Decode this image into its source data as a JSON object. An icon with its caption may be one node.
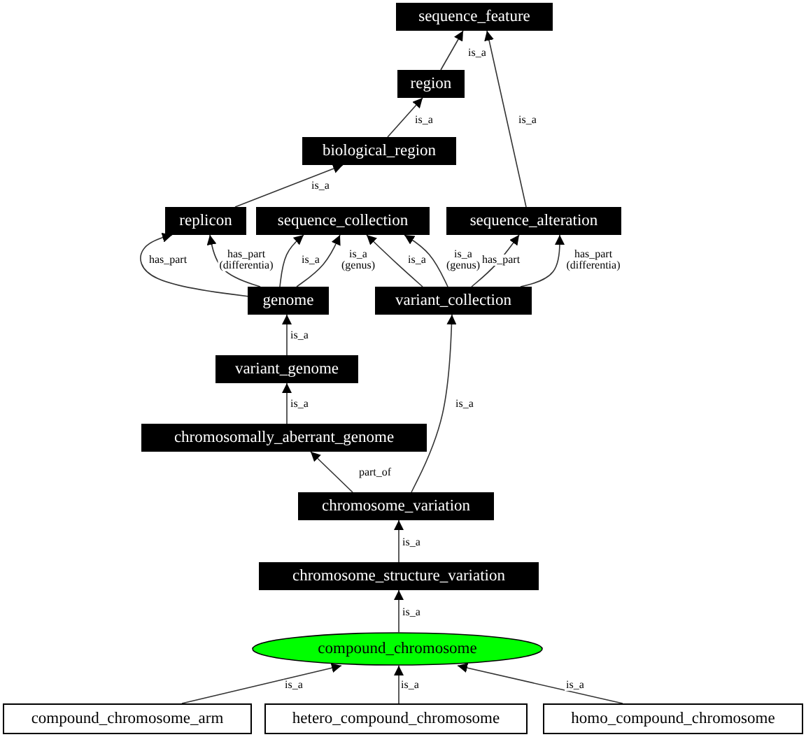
{
  "diagram": {
    "nodes": [
      {
        "text": [
          "sequence_feature"
        ]
      },
      {
        "text": [
          "region"
        ]
      },
      {
        "text": [
          "biological_region"
        ]
      },
      {
        "text": [
          "replicon"
        ]
      },
      {
        "text": [
          "sequence_collection"
        ]
      },
      {
        "text": [
          "sequence_alteration"
        ]
      },
      {
        "text": [
          "genome"
        ]
      },
      {
        "text": [
          "variant_collection"
        ]
      },
      {
        "text": [
          "variant_genome"
        ]
      },
      {
        "text": [
          "chromosomally_aberrant_genome"
        ]
      },
      {
        "text": [
          "chromosome_variation"
        ]
      },
      {
        "text": [
          "chromosome_structure_variation"
        ]
      },
      {
        "text": [
          "compound_chromosome"
        ]
      },
      {
        "text": [
          "compound_chromosome_arm"
        ]
      },
      {
        "text": [
          "hetero_compound_chromosome"
        ]
      },
      {
        "text": [
          "homo_compound_chromosome"
        ]
      }
    ],
    "edges": [
      {
        "from": 1,
        "to": 0,
        "arrow": "to",
        "label": "is_a"
      },
      {
        "from": 5,
        "to": 0,
        "arrow": "to",
        "label": "is_a"
      },
      {
        "from": 2,
        "to": 1,
        "arrow": "to",
        "label": "is_a"
      },
      {
        "from": 3,
        "to": 2,
        "arrow": "to",
        "label": "is_a"
      },
      {
        "from": 6,
        "to": 3,
        "arrow": "to",
        "label": "has_part"
      },
      {
        "from": 6,
        "to": 3,
        "arrow": "to",
        "label": "has_part (differentia)"
      },
      {
        "from": 6,
        "to": 4,
        "arrow": "to",
        "label": "is_a"
      },
      {
        "from": 6,
        "to": 4,
        "arrow": "to",
        "label": "is_a (genus)"
      },
      {
        "from": 7,
        "to": 4,
        "arrow": "to",
        "label": "is_a"
      },
      {
        "from": 7,
        "to": 4,
        "arrow": "to",
        "label": "is_a (genus)"
      },
      {
        "from": 7,
        "to": 5,
        "arrow": "to",
        "label": "has_part"
      },
      {
        "from": 7,
        "to": 5,
        "arrow": "to",
        "label": "has_part (differentia)"
      },
      {
        "from": 8,
        "to": 6,
        "arrow": "to",
        "label": "is_a"
      },
      {
        "from": 9,
        "to": 8,
        "arrow": "to",
        "label": "is_a"
      },
      {
        "from": 10,
        "to": 9,
        "arrow": "to",
        "label": "part_of"
      },
      {
        "from": 10,
        "to": 7,
        "arrow": "to",
        "label": "is_a"
      },
      {
        "from": 11,
        "to": 10,
        "arrow": "to",
        "label": "is_a"
      },
      {
        "from": 12,
        "to": 11,
        "arrow": "to",
        "label": "is_a"
      },
      {
        "from": 13,
        "to": 12,
        "arrow": "to",
        "label": "is_a"
      },
      {
        "from": 14,
        "to": 12,
        "arrow": "to",
        "label": "is_a"
      },
      {
        "from": 15,
        "to": 12,
        "arrow": "to",
        "label": "is_a"
      }
    ]
  }
}
